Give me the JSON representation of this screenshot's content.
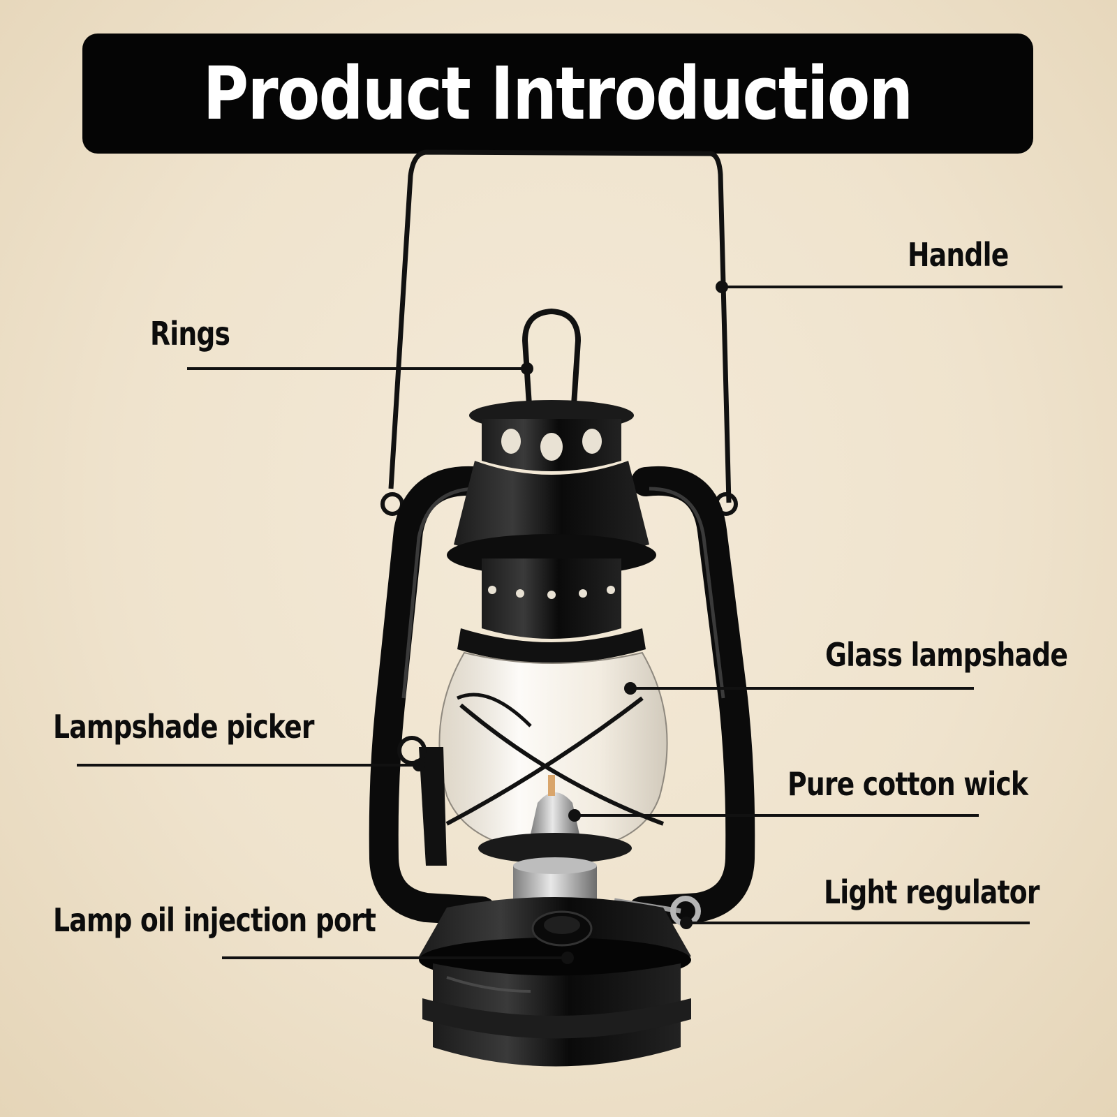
{
  "title": "Product Introduction",
  "colors": {
    "background": "#efe3cd",
    "title_bar": "#050505",
    "title_text": "#ffffff",
    "lantern_black": "#0b0b0b",
    "label_text": "#0c0c0c"
  },
  "labels": {
    "handle": "Handle",
    "rings": "Rings",
    "glass_lampshade": "Glass lampshade",
    "lampshade_picker": "Lampshade picker",
    "pure_cotton_wick": "Pure cotton wick",
    "light_regulator": "Light regulator",
    "lamp_oil_injection_port": "Lamp oil injection port"
  }
}
